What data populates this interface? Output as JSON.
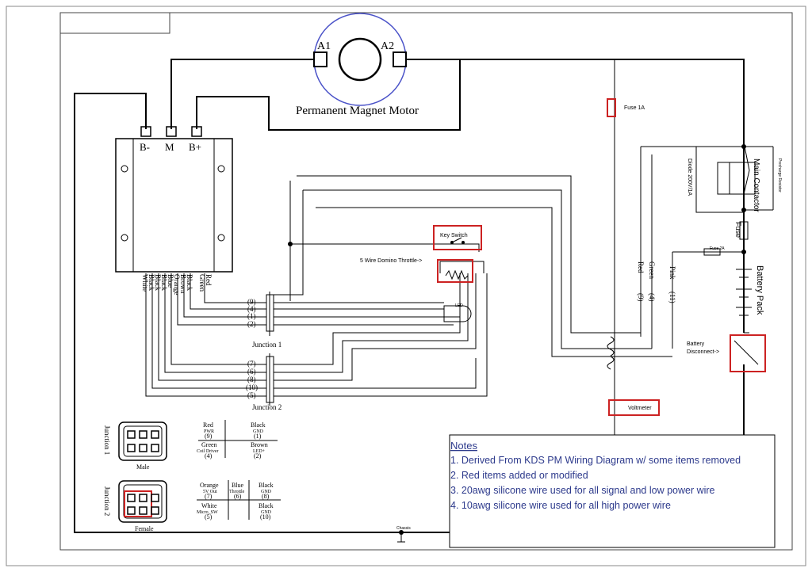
{
  "motor": {
    "terminal_a1": "A1",
    "terminal_a2": "A2",
    "label": "Permanent Magnet Motor"
  },
  "controller": {
    "terminal_bneg": "B-",
    "terminal_m": "M",
    "terminal_bpos": "B+",
    "wire_labels": [
      "White",
      "Black",
      "Black",
      "Black",
      "Blue",
      "Orange",
      "Brown",
      "Black",
      "Green",
      "Red"
    ]
  },
  "components": {
    "fuse_1a": "Fuse 1A",
    "key_switch": "Key Switch",
    "throttle": "5 Wire Domino Throttle->",
    "diode": "Diode 200V/1A",
    "main_contactor": "Main Contactor",
    "precharge": "Precharge Resistor",
    "fuse": "Fuse",
    "fuse_2a": "Fuse 2A",
    "battery_pack": "Battery Pack",
    "battery_disconnect_1": "Battery",
    "battery_disconnect_2": "Disconnect->",
    "voltmeter": "Voltmeter",
    "led": "LED",
    "chassis": "Chassis"
  },
  "junction1": {
    "label": "Junction 1",
    "pins": [
      "(9)",
      "(4)",
      "(1)",
      "(2)"
    ]
  },
  "junction2": {
    "label": "Junction 2",
    "pins": [
      "(7)",
      "(6)",
      "(8)",
      "(10)",
      "(5)"
    ]
  },
  "right_wires": {
    "red": "Red",
    "red_num": "(9)",
    "green": "Green",
    "green_num": "(4)",
    "pink": "Pink",
    "pink_num": "(11)"
  },
  "legend_j1": {
    "side_label": "Junction 1",
    "connector_label": "Male",
    "red": "Red",
    "red_sub": "PWR",
    "red_num": "(9)",
    "black": "Black",
    "black_sub": "GND",
    "black_num": "(1)",
    "green": "Green",
    "green_sub": "Coil Driver",
    "green_num": "(4)",
    "brown": "Brown",
    "brown_sub": "LED+",
    "brown_num": "(2)"
  },
  "legend_j2": {
    "side_label": "Junction 2",
    "connector_label": "Female",
    "orange": "Orange",
    "orange_sub": "5V Out",
    "orange_num": "(7)",
    "blue": "Blue",
    "blue_sub": "Throttle",
    "blue_num": "(6)",
    "black1": "Black",
    "black1_sub": "GND",
    "black1_num": "(8)",
    "white": "White",
    "white_sub": "Micro_SW",
    "white_num": "(5)",
    "black2": "Black",
    "black2_sub": "GND",
    "black2_num": "(10)"
  },
  "notes": {
    "title": "Notes",
    "items": [
      "1. Derived From KDS PM Wiring Diagram w/ some items removed",
      "2. Red items added or modified",
      "3. 20awg silicone wire used for all signal and low power wire",
      "4. 10awg silicone wire used for all high power wire"
    ]
  },
  "colors": {
    "highlight": "#cc2222",
    "motor_circle": "#4a52c8",
    "notes_text": "#2d3a8c"
  }
}
